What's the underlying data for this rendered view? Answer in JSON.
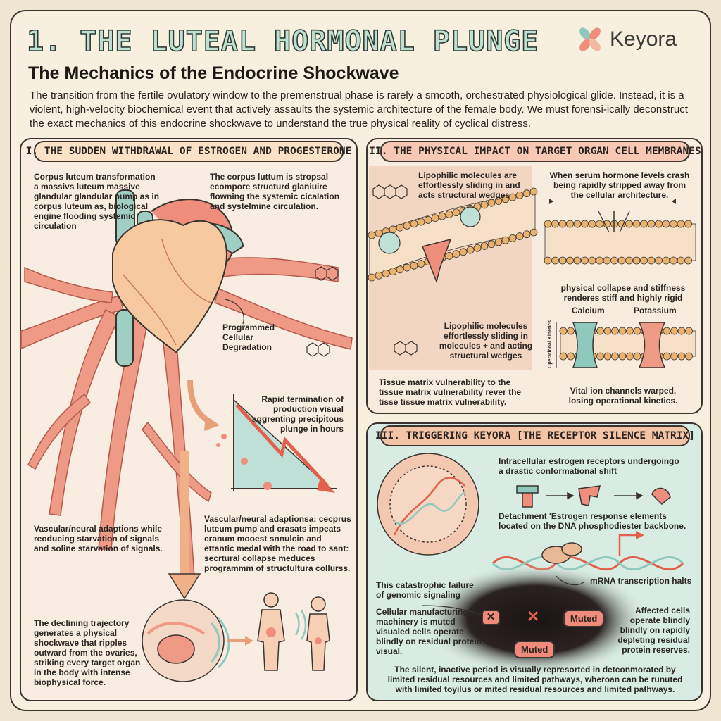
{
  "header": {
    "title": "1. THE LUTEAL HORMONAL PLUNGE",
    "subtitle": "The Mechanics of the Endocrine Shockwave",
    "intro": "The transition from the fertile ovulatory window to the premenstrual phase is rarely a smooth, orchestrated physiological glide. Instead, it is a violent, high-velocity biochemical event that actively assaults the systemic architecture of the female body. We must forensi-ically deconstruct the exact mechanics of this endocrine shockwave to understand the true physical reality of cyclical distress.",
    "brand": "Keyora"
  },
  "panel1": {
    "title": "I. THE SUDDEN WITHDRAWAL OF ESTROGEN AND PROGESTERONE",
    "corpus_label": "Corpus luteum transformation a massivs luteum massive glandular glandular pump as in corpus luteum as, biological engine flooding systemic circulation",
    "corpus_desc": "The corpus luttum is stropsal ecompore structurd glaniuire flowning the systemic cicalation and systelmine circulation.",
    "degradation": "Programmed Cellular Degradation",
    "termination": "Rapid termination of production visual aggrenting precipitous plunge in hours",
    "vascular_left": "Vascular/neural adaptions while reoducing starvation of signals and soline starvation of signals.",
    "vascular_right": "Vascular/neural adaptionsa: cecprus luteum pump and crasats impeats cranum mooest snnulcin and ettantic medal with the road to sant: secrtural collapse meduces programmm of structultura collurss.",
    "trajectory": "The declining trajectory generates a physical shockwave that ripples outward from the ovaries, striking every target organ in the body with intense biophysical force."
  },
  "panel2": {
    "title": "II. THE PHYSICAL IMPACT ON TARGET ORGAN CELL MEMBRANES",
    "lipo_top": "Lipophilic molecules are effortlessly sliding in and acts structural wedges",
    "serum": "When serum hormone levels crash being rapidly stripped away from the cellular architecture.",
    "collapse": "physical collapse and stiffness renderes stiff and highly rigid",
    "calcium": "Calcium",
    "potassium": "Potassium",
    "kinetics_axis": "Operational Kinetics",
    "lipo_bottom": "Lipophilic molecules effortlessly sliding in molecules + and acting structural wedges",
    "tissue": "Tissue matrix vulnerability to the tissue matrix vulnerability rever the tisse tissue matrix vulnerability.",
    "channels": "Vital ion channels warped, losing operational kinetics."
  },
  "panel3": {
    "title": "III. TRIGGERING KEYORA [THE RECEPTOR SILENCE MATRIX]",
    "receptors": "Intracellular estrogen receptors undergoingo a drastic conformational shift",
    "detachment": "Detachment 'Estrogen response elements located on the DNA phosphodiester backbone.",
    "mrna": "mRNA transcription halts",
    "failure": "This catastrophic failure of genomic signaling",
    "machinery": "Cellular manufacturing machinery is muted visualed cells operate blindly on residual protein visual.",
    "affected": "Affected cells operate blindly blindly on rapidly depleting residual protein reserves.",
    "muted_1": "Muted",
    "muted_2": "Muted",
    "x_mark": "✕",
    "silent": "The silent, inactive period is visually represorted in detconmorated by limited residual resources and limited pathways, wheroan can be runuted with limited toyilus or mited residual resources and limited pathways."
  },
  "colors": {
    "mint": "#bfe0d0",
    "salmon": "#ef8e7c",
    "peach": "#f6c9a8",
    "teal": "#8fc9bd",
    "cream": "#f7f0df"
  }
}
